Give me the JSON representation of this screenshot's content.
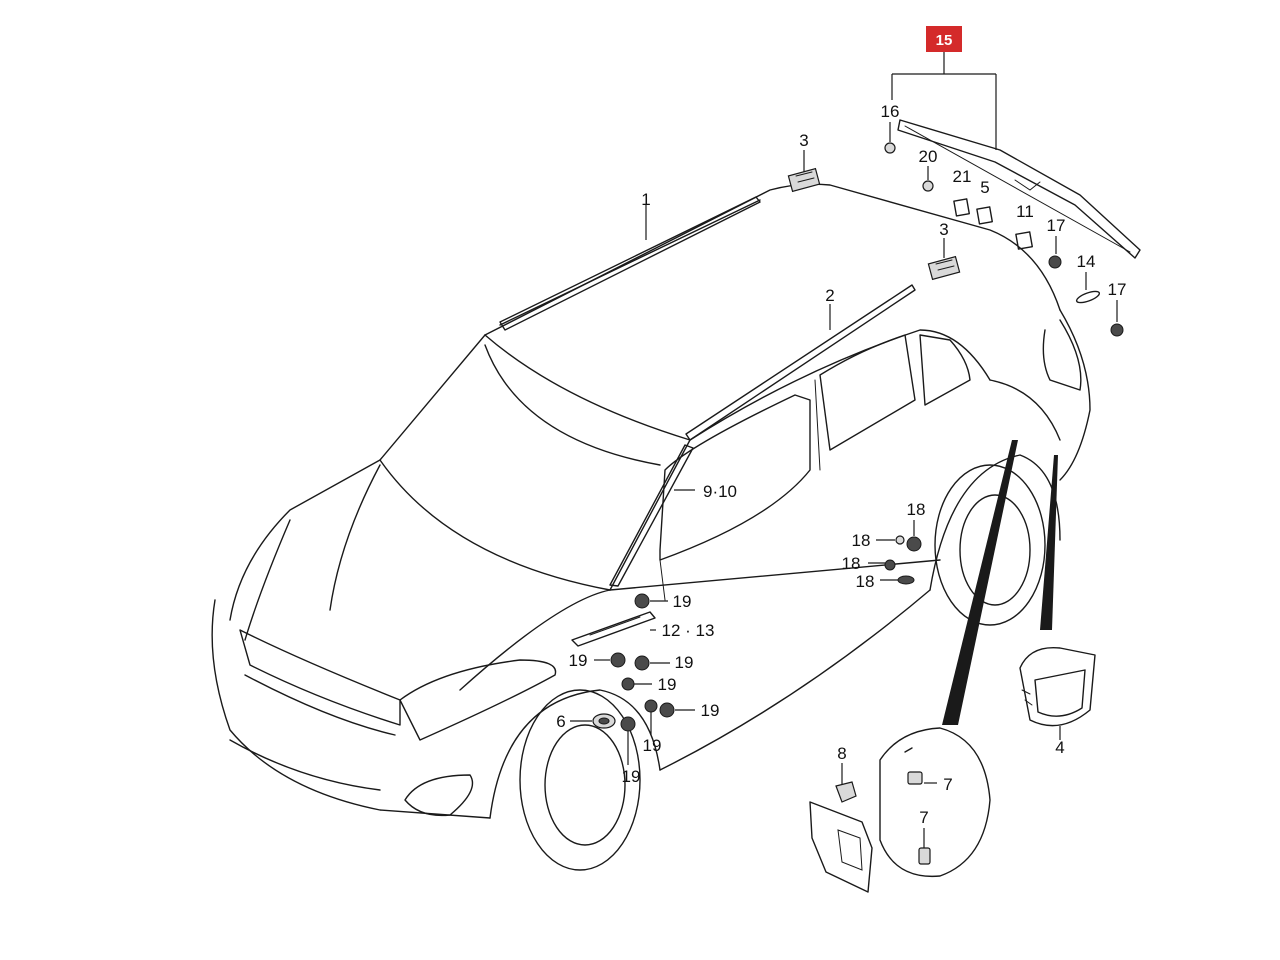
{
  "colors": {
    "line": "#1a1a1a",
    "callout_bg": "#d42a2a",
    "callout_text": "#ffffff",
    "background": "#ffffff"
  },
  "callout": {
    "part_15": "15"
  },
  "labels": {
    "p1": "1",
    "p2": "2",
    "p3a": "3",
    "p3b": "3",
    "p4": "4",
    "p5": "5",
    "p6": "6",
    "p7a": "7",
    "p7b": "7",
    "p8": "8",
    "p9_10": "9·10",
    "p11": "11",
    "p12_13": "12 · 13",
    "p14": "14",
    "p16": "16",
    "p17a": "17",
    "p17b": "17",
    "p18a": "18",
    "p18b": "18",
    "p18c": "18",
    "p18d": "18",
    "p19a": "19",
    "p19b": "19",
    "p19c": "19",
    "p19d": "19",
    "p19e": "19",
    "p19f": "19",
    "p19g": "19",
    "p20": "20",
    "p21": "21"
  }
}
